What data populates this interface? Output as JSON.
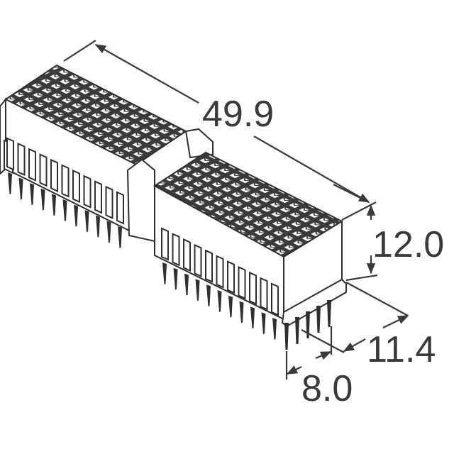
{
  "figure": {
    "subject": "connector-assembly-isometric",
    "line_color": "#3a3a3a",
    "background": "#ffffff"
  },
  "dimensions": {
    "length": {
      "label": "49.9"
    },
    "height": {
      "label": "12.0"
    },
    "depth": {
      "label": "11.4"
    },
    "pin_span": {
      "label": "8.0"
    }
  },
  "grid": {
    "left_block": {
      "rows": 6,
      "cols": 12
    },
    "right_block": {
      "rows": 6,
      "cols": 12
    }
  }
}
